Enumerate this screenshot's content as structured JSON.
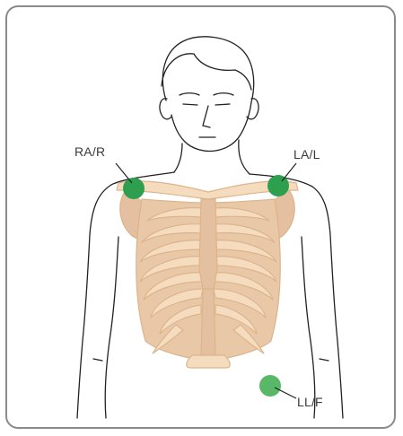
{
  "electrodes": [
    {
      "id": "ra",
      "label": "RA/R",
      "color": "#2e9e4f"
    },
    {
      "id": "la",
      "label": "LA/L",
      "color": "#2e9e4f"
    },
    {
      "id": "ll",
      "label": "LL/F",
      "color": "#58b867"
    }
  ],
  "colors": {
    "frame": "#8a8a8a",
    "outline": "#222222",
    "bone_fill": "#f6dcbf",
    "bone_stroke": "#dcb48b",
    "bone_shade": "#e4c0a0"
  }
}
